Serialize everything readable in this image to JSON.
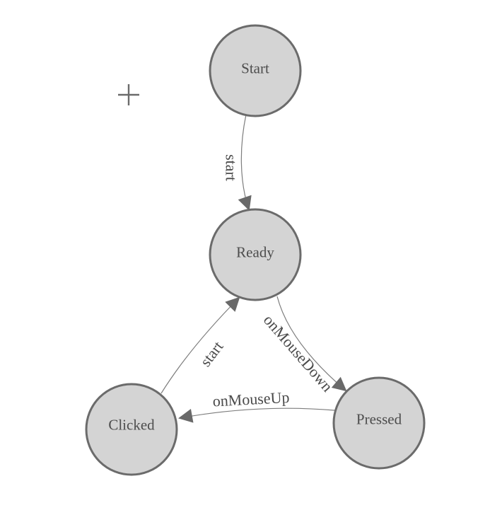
{
  "diagram": {
    "type": "state-machine-diagram",
    "background": "#ffffff",
    "colors": {
      "node_fill": "#d4d4d4",
      "node_border": "#6b6b6b",
      "node_text": "#4d4d4d",
      "edge_line": "#7d7d7d",
      "arrowhead": "#696969",
      "edge_text": "#4a4a4a"
    },
    "icons": {
      "crosshair_icon": "+"
    },
    "nodes": [
      {
        "id": "start",
        "label": "Start"
      },
      {
        "id": "ready",
        "label": "Ready"
      },
      {
        "id": "clicked",
        "label": "Clicked"
      },
      {
        "id": "pressed",
        "label": "Pressed"
      }
    ],
    "edges": [
      {
        "from": "Start",
        "to": "Ready",
        "label": "start"
      },
      {
        "from": "Ready",
        "to": "Pressed",
        "label": "onMouseDown"
      },
      {
        "from": "Pressed",
        "to": "Clicked",
        "label": "onMouseUp"
      },
      {
        "from": "Clicked",
        "to": "Ready",
        "label": "start"
      }
    ]
  }
}
